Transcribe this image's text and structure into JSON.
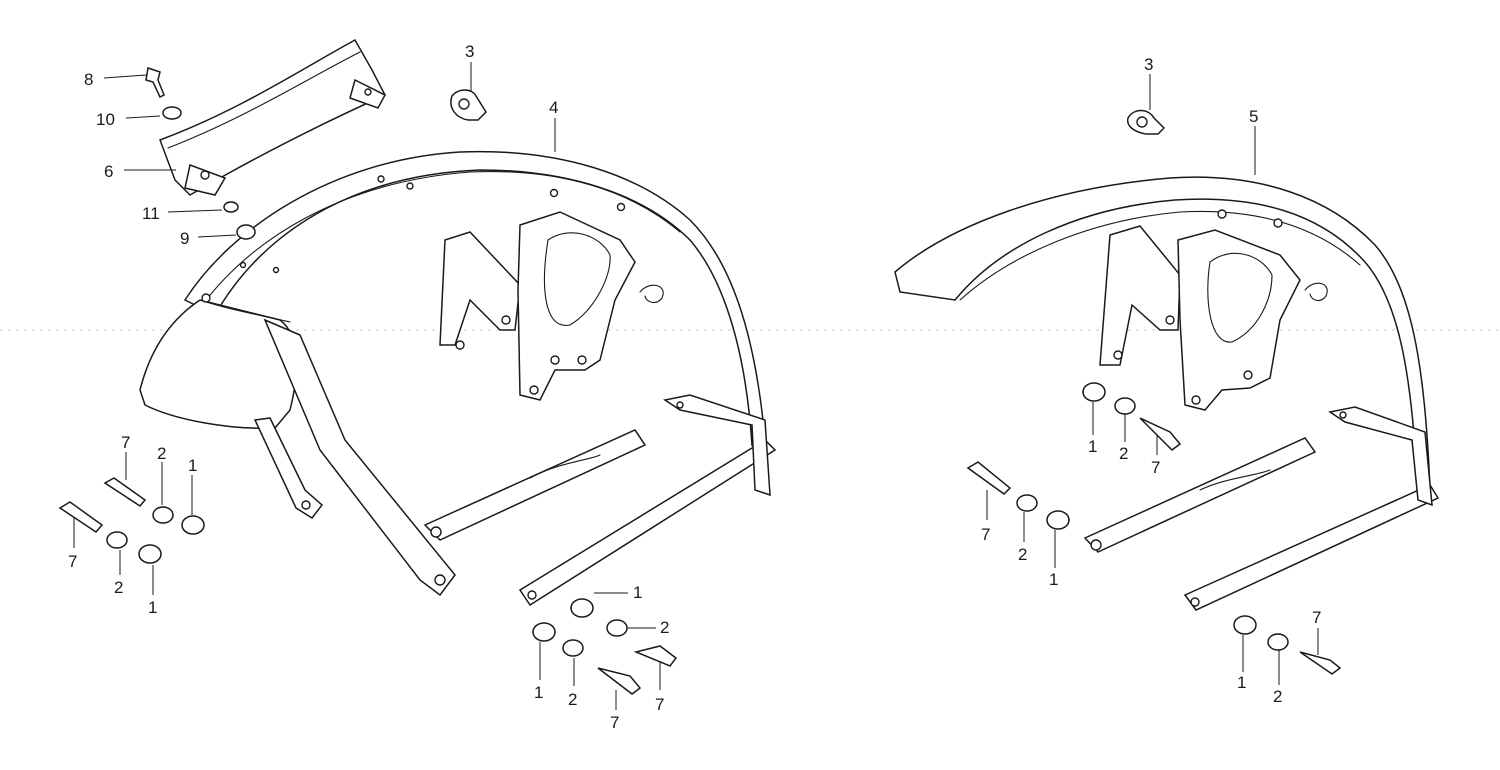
{
  "callouts": {
    "left": {
      "c8": "8",
      "c10": "10",
      "c6": "6",
      "c11": "11",
      "c9": "9",
      "c3": "3",
      "c4": "4",
      "c7a": "7",
      "c2a": "2",
      "c1a": "1",
      "c7b": "7",
      "c2b": "2",
      "c1b": "1",
      "c1c": "1",
      "c2c": "2",
      "c1d": "1",
      "c2d": "2",
      "c7c": "7",
      "c7d": "7"
    },
    "right": {
      "c3": "3",
      "c5": "5",
      "c1a": "1",
      "c2a": "2",
      "c7a": "7",
      "c7b": "7",
      "c2b": "2",
      "c1b": "1",
      "c7c": "7",
      "c1c": "1",
      "c2c": "2"
    }
  }
}
